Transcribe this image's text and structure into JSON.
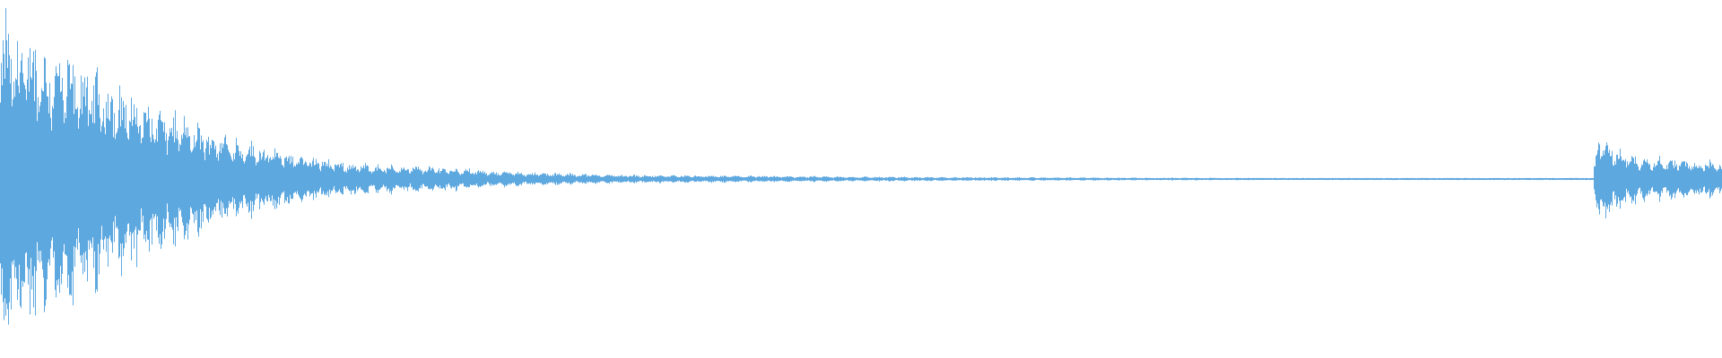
{
  "waveform": {
    "color": "#5ea8e0",
    "background": "#ffffff",
    "amplitude_envelope": [
      {
        "t": 0.0,
        "a": 0.98
      },
      {
        "t": 0.01,
        "a": 0.88
      },
      {
        "t": 0.025,
        "a": 0.8
      },
      {
        "t": 0.04,
        "a": 0.72
      },
      {
        "t": 0.06,
        "a": 0.6
      },
      {
        "t": 0.08,
        "a": 0.48
      },
      {
        "t": 0.1,
        "a": 0.38
      },
      {
        "t": 0.125,
        "a": 0.28
      },
      {
        "t": 0.15,
        "a": 0.2
      },
      {
        "t": 0.175,
        "a": 0.14
      },
      {
        "t": 0.2,
        "a": 0.1
      },
      {
        "t": 0.225,
        "a": 0.08
      },
      {
        "t": 0.26,
        "a": 0.07
      },
      {
        "t": 0.28,
        "a": 0.05
      },
      {
        "t": 0.32,
        "a": 0.035
      },
      {
        "t": 0.36,
        "a": 0.025
      },
      {
        "t": 0.42,
        "a": 0.02
      },
      {
        "t": 0.5,
        "a": 0.014
      },
      {
        "t": 0.6,
        "a": 0.01
      },
      {
        "t": 0.7,
        "a": 0.007
      },
      {
        "t": 0.8,
        "a": 0.005
      },
      {
        "t": 0.9,
        "a": 0.004
      },
      {
        "t": 0.925,
        "a": 0.003
      },
      {
        "t": 0.927,
        "a": 0.26
      },
      {
        "t": 0.935,
        "a": 0.2
      },
      {
        "t": 0.95,
        "a": 0.14
      },
      {
        "t": 0.97,
        "a": 0.12
      },
      {
        "t": 1.0,
        "a": 0.1
      }
    ]
  }
}
